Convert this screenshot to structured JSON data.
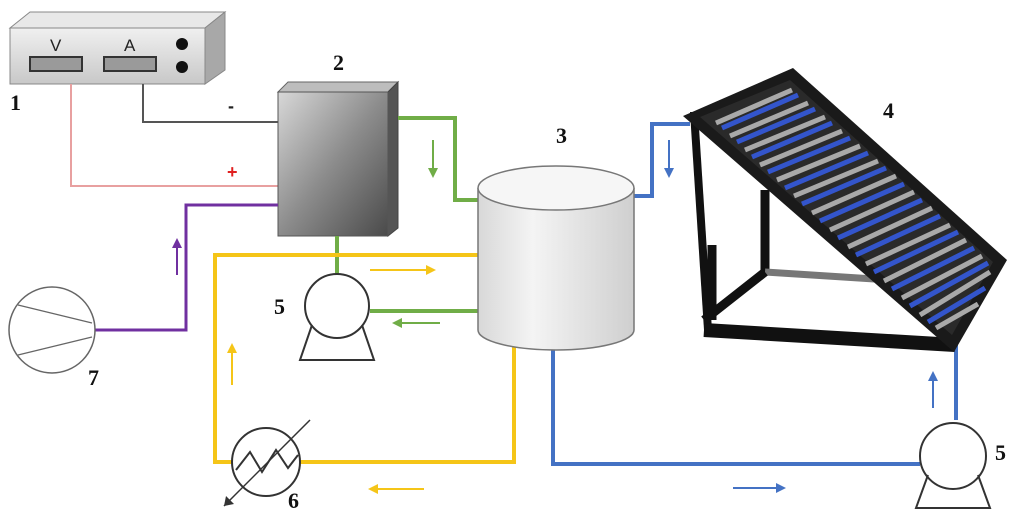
{
  "labels": {
    "power_supply": "1",
    "electrolyzer": "2",
    "tank": "3",
    "solar_collector": "4",
    "pump_a": "5",
    "pump_b": "5",
    "heat_exchanger": "6",
    "compressor": "7"
  },
  "psu": {
    "volt_label": "V",
    "amp_label": "A"
  },
  "signs": {
    "negative": "-",
    "positive": "+"
  },
  "colors": {
    "negative_wire": "#555555",
    "positive_wire": "#e8a0a0",
    "positive_sign": "#e02020",
    "green_loop": "#70ad47",
    "yellow_loop": "#f5c518",
    "blue_loop": "#4472c4",
    "gas_line": "#7030a0"
  }
}
